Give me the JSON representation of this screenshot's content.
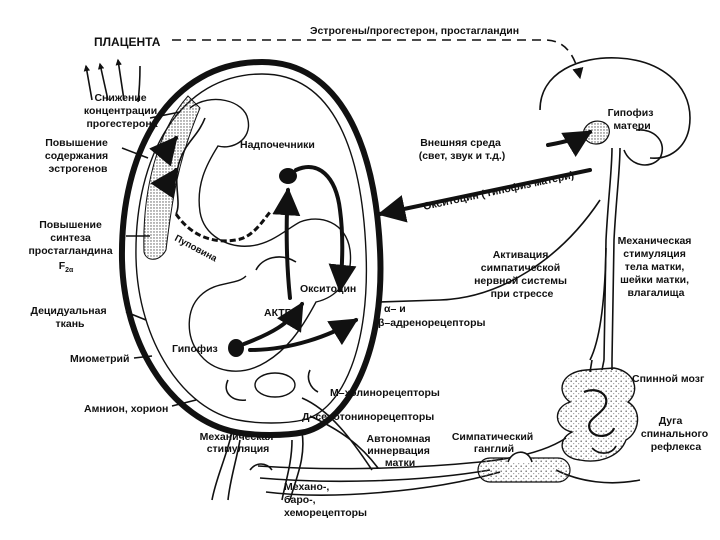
{
  "labels": {
    "placenta": "ПЛАЦЕНТА",
    "top_arrow": "Эстрогены/прогестерон, простагландин",
    "decrease_progesterone": [
      "Снижение",
      "концентрации",
      "прогестерона"
    ],
    "increase_estrogen": [
      "Повышение",
      "содержания",
      "эстрогенов"
    ],
    "increase_prostaglandin": [
      "Повышение",
      "синтеза",
      "простагландина",
      "F"
    ],
    "prostaglandin_subscript": "2α",
    "decidual": [
      "Децидуальная",
      "ткань"
    ],
    "myometrium": "Миометрий",
    "amnion": "Амнион, хорион",
    "mech_stim_bottom": [
      "Механическая",
      "стимуляция"
    ],
    "mechanoreceptors": [
      "Механо-,",
      "баро-,",
      "хеморецепторы"
    ],
    "adrenals": "Надпочечники",
    "umbilical": "Пуповина",
    "oxytocin_fetal": "Окситоцин",
    "actg": "АКТГ",
    "fetal_pituitary": "Гипофиз",
    "alpha_beta": [
      "α– и",
      "β–адренорецепторы"
    ],
    "m_cholino": "М–холинорецепторы",
    "d_serotonin": "Д–серотонинорецепторы",
    "autonomic": [
      "Автономная",
      "иннервация",
      "матки"
    ],
    "sympathetic_ganglion": [
      "Симпатический",
      "ганглий"
    ],
    "spinal_cord": "Спинной мозг",
    "reflex_arc": [
      "Дуга",
      "спинального",
      "рефлекса"
    ],
    "external_env": [
      "Внешняя среда",
      "(свет, звук и т.д.)"
    ],
    "oxytocin_maternal": "Окситоцин ( гипофиз матери)",
    "sympathetic_activation": [
      "Активация",
      "симпатической",
      "нервной системы",
      "при стрессе"
    ],
    "maternal_mech": [
      "Механическая",
      "стимуляция",
      "тела матки,",
      "шейки матки,",
      "влагалища"
    ],
    "maternal_pituitary": [
      "Гипофиз",
      "матери"
    ]
  },
  "colors": {
    "ink": "#111111",
    "paper": "#ffffff",
    "stipple": "#9a9a9a"
  }
}
